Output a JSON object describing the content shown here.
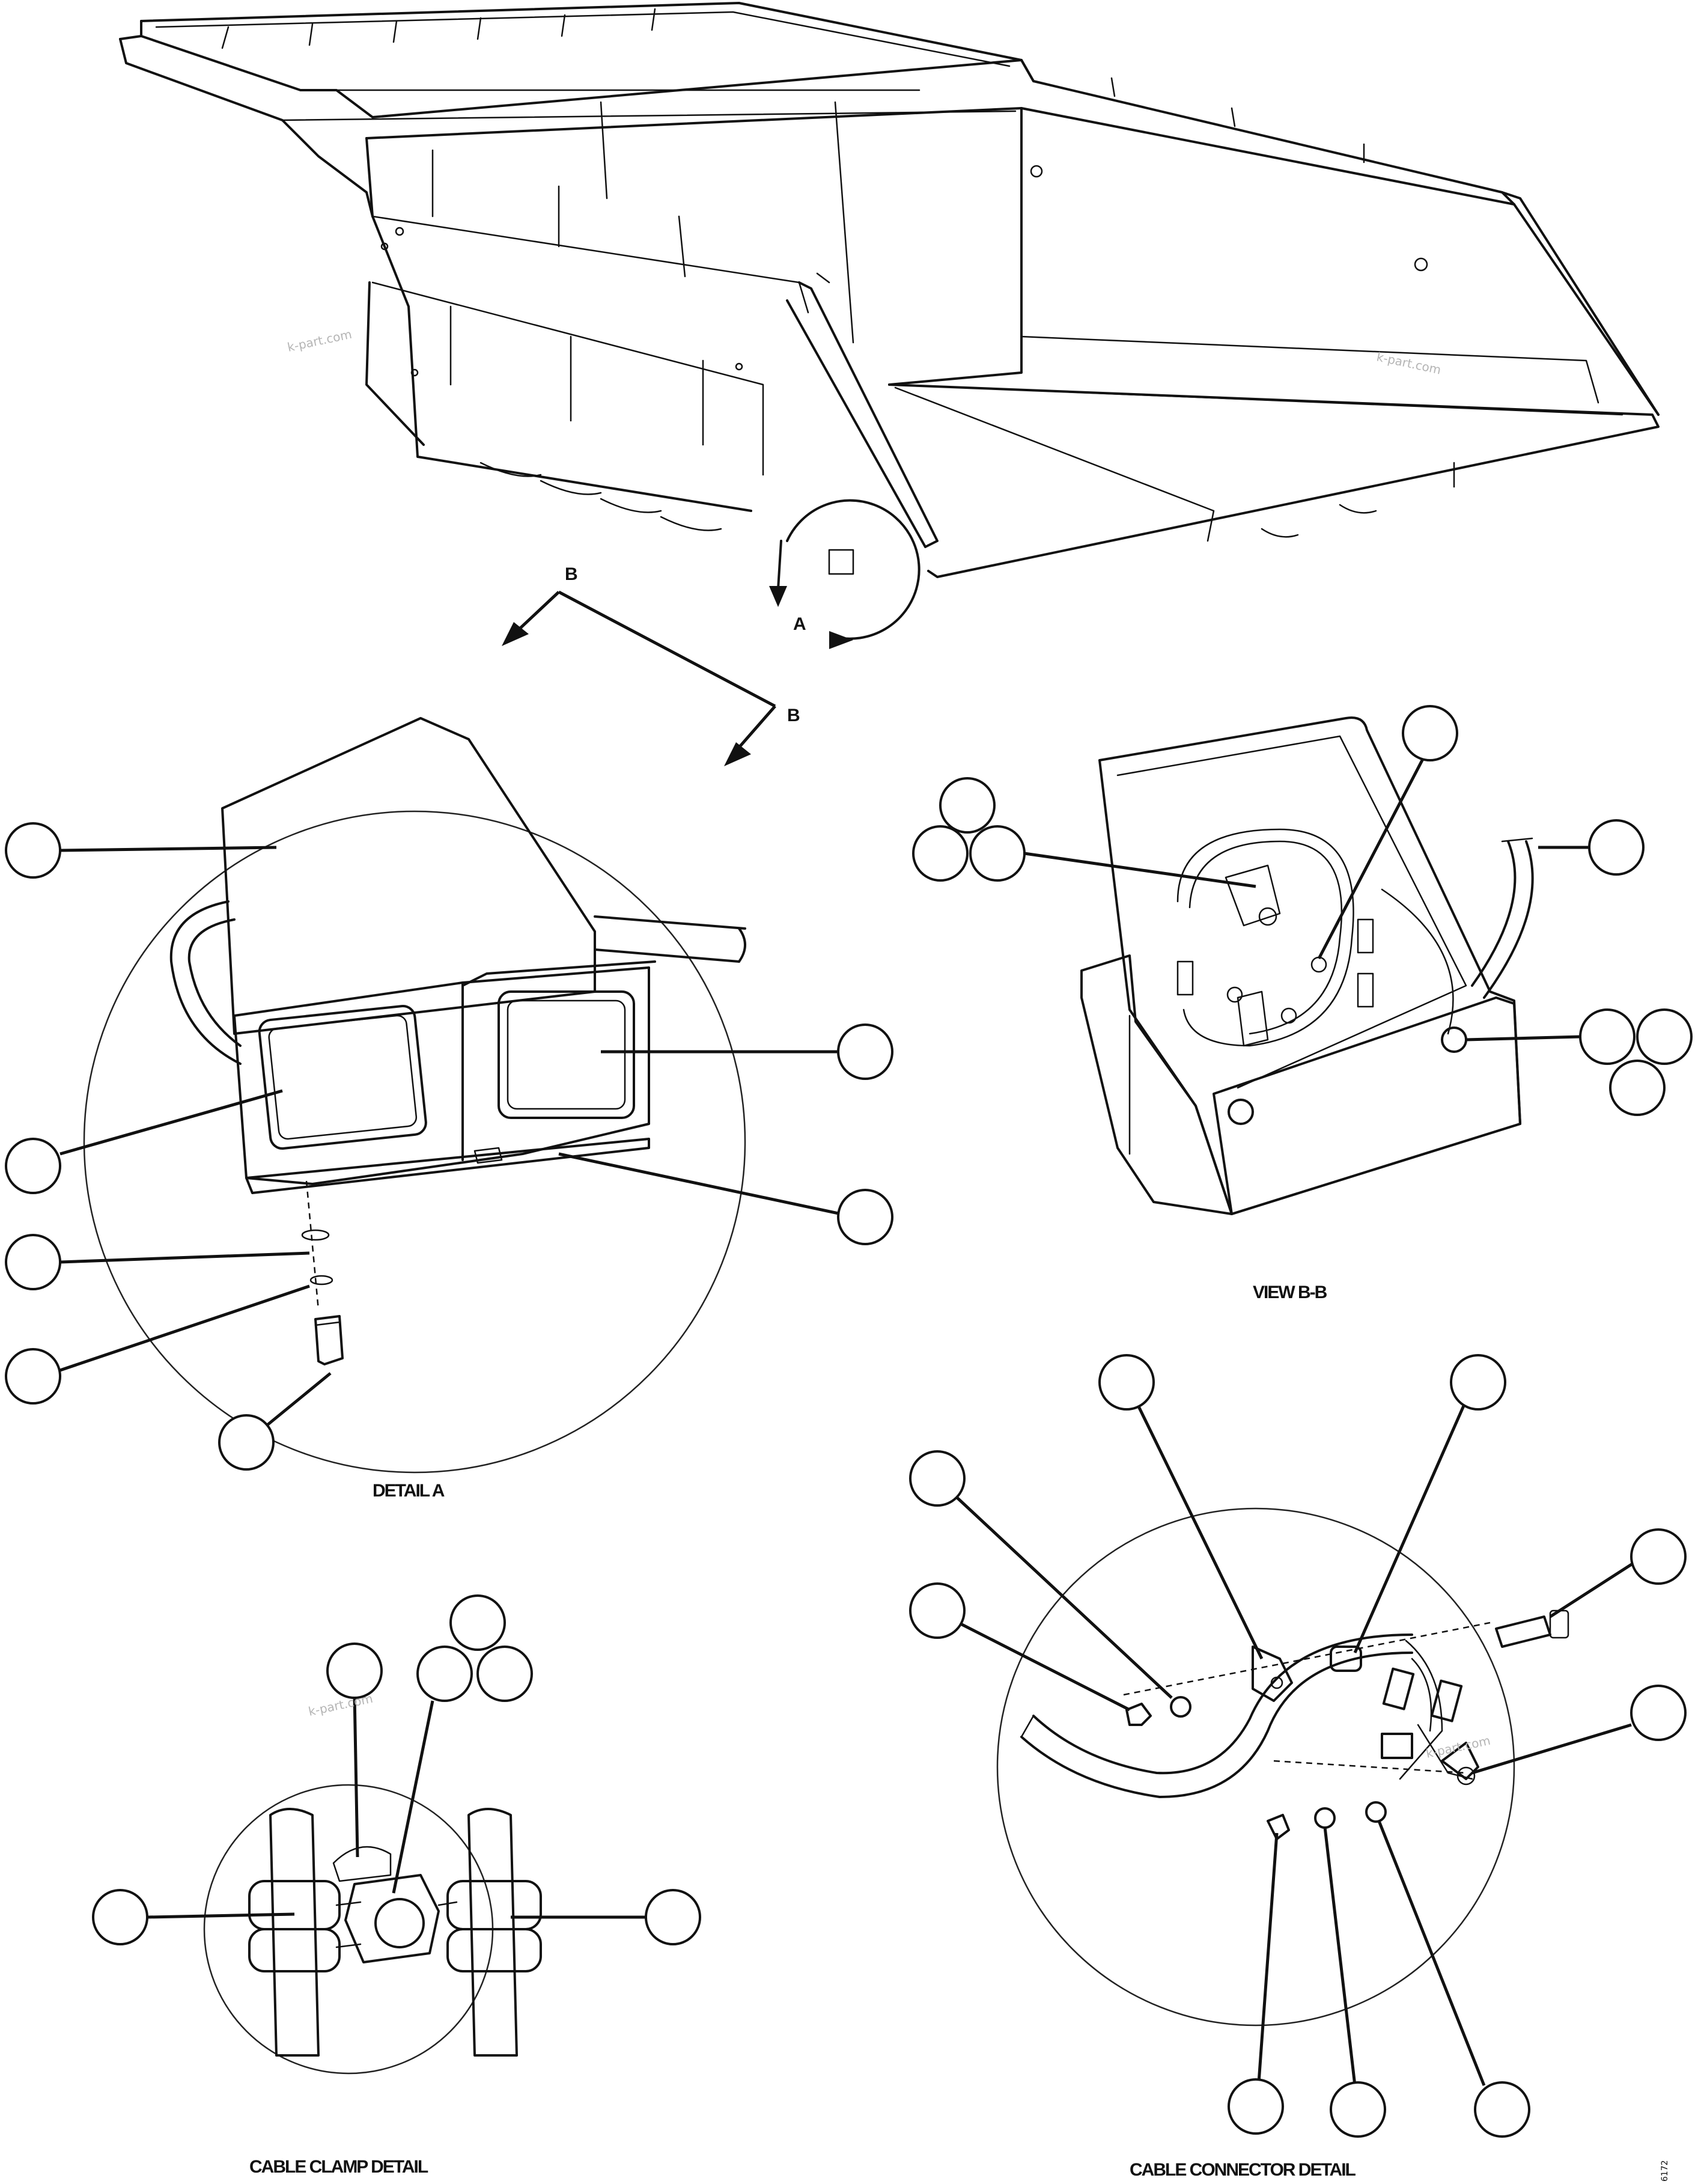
{
  "section_markers": {
    "detail_a": "A",
    "view_b_left": "B",
    "view_b_right": "B"
  },
  "captions": {
    "detail_a": "DETAIL A",
    "view_b": "VIEW B-B",
    "cable_clamp": "CABLE CLAMP DETAIL",
    "cable_connector": "CABLE CONNECTOR DETAIL"
  },
  "watermarks": [
    "k-part.com",
    "k-part.com",
    "k-part.com",
    "k-part.com"
  ],
  "document_id": "6172",
  "colors": {
    "line": "#111111",
    "background": "#ffffff",
    "watermark": "#b5b5b5"
  }
}
